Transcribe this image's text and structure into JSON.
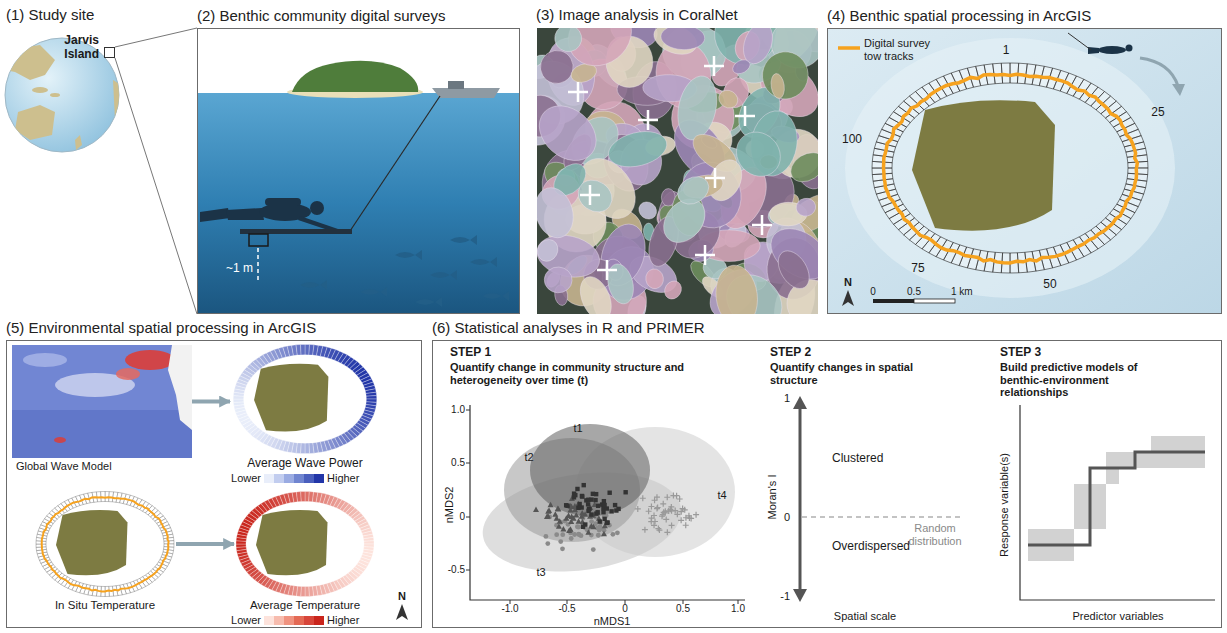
{
  "diagram": {
    "nodes": [
      {
        "text": [
          "Jarvis Island"
        ]
      },
      {
        "text": [
          "(2) Benthic community digital surveys"
        ]
      },
      {
        "text": [
          "(3) Image analysis in CoralNet"
        ]
      },
      {
        "text": [
          "(4) Benthic spatial processing in ArcGIS"
        ]
      },
      {
        "text": [
          "(5) Environmental spatial processing in ArcGIS"
        ]
      },
      {
        "text": [
          "Global Wave Model"
        ],
        "in": 4
      },
      {
        "text": [
          "Average Wave Power"
        ],
        "in": 4
      },
      {
        "text": [
          "In Situ Temperature"
        ],
        "in": 4
      },
      {
        "text": [
          "Average Temperature"
        ],
        "in": 4
      },
      {
        "text": [
          "(6) Statistical analyses in R and PRIMER"
        ]
      }
    ],
    "edges": [
      {
        "from": 0,
        "to": 1,
        "arrow": "none"
      },
      {
        "from": 0,
        "to": 1,
        "arrow": "none"
      },
      {
        "from": 5,
        "to": 6,
        "arrow": "to"
      },
      {
        "from": 7,
        "to": 8,
        "arrow": "to"
      }
    ],
    "labels": [
      "(1) Study site",
      "~1 m",
      "1",
      "25",
      "50",
      "75",
      "100",
      "N",
      "0",
      "0.5",
      "1 km",
      "Lower",
      "Higher",
      "Lower",
      "Higher",
      "N",
      "STEP 1",
      "Quantify change in community structure and heterogeneity over time (t)",
      "1.0",
      "0.5",
      "0",
      "-0.5",
      "-1.0",
      "-0.5",
      "0",
      "0.5",
      "1.0",
      "nMDS1",
      "nMDS2",
      "t1",
      "t2",
      "t3",
      "t4",
      "STEP 2",
      "Quantify changes in spatial structure",
      "1",
      "0",
      "-1",
      "Moran's I",
      "Clustered",
      "Random distribution",
      "Overdispersed",
      "Spatial scale",
      "STEP 3",
      "Build predictive models of benthic-environment relationships",
      "Response variable(s)",
      "Predictor variables"
    ],
    "legend": [
      {
        "text": "Digital survey tow tracks"
      }
    ]
  }
}
